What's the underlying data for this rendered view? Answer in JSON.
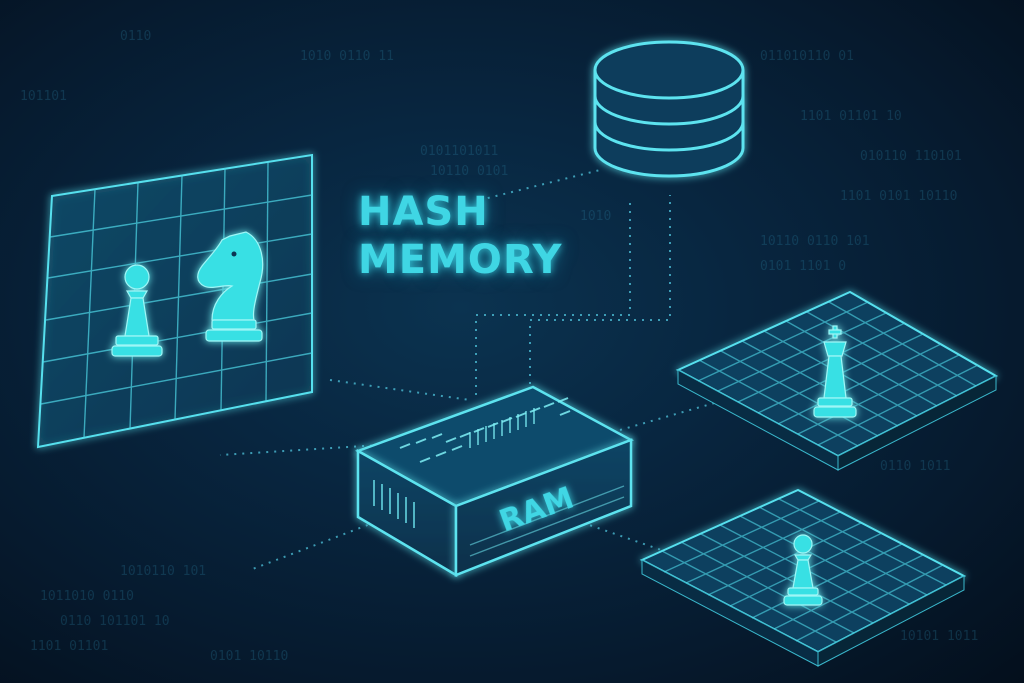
{
  "headline": {
    "line1": "HASH",
    "line2": "MEMORY"
  },
  "ram_label": "RAM",
  "icons": [
    "database-icon",
    "ram-chip-icon",
    "chess-pawn-icon",
    "chess-knight-icon",
    "chess-king-icon"
  ],
  "colors": {
    "background": "#061a2e",
    "accent": "#3fd6e4",
    "glow": "#39e0e4"
  }
}
